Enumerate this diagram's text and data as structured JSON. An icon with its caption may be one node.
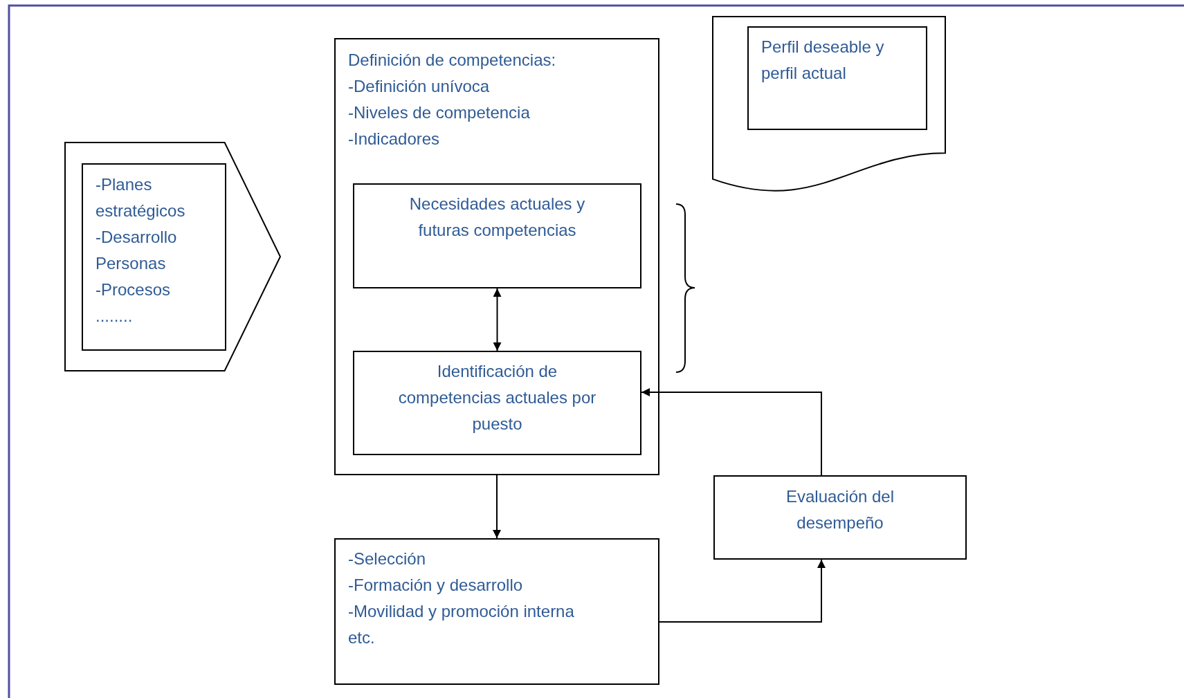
{
  "diagram": {
    "nodes": [
      {
        "text": [],
        "shape": "pentagon"
      },
      {
        "text": [
          "-Planes estratégicos",
          "-Desarrollo Personas",
          "-Procesos",
          "........"
        ],
        "in": 0
      },
      {
        "text": [
          "Definición de competencias:",
          "-Definición unívoca",
          "-Niveles de competencia",
          "-Indicadores"
        ]
      },
      {
        "text": [
          "Necesidades actuales y futuras competencias"
        ],
        "in": 2
      },
      {
        "text": [
          "Identificación de competencias actuales por puesto"
        ],
        "in": 2
      },
      {
        "text": [],
        "shape": "document"
      },
      {
        "text": [
          "Perfil deseable y perfil actual"
        ],
        "in": 5
      },
      {
        "text": [
          "-Selección",
          "-Formación y desarrollo",
          "-Movilidad y promoción interna",
          "etc."
        ]
      },
      {
        "text": [
          "Evaluación del desempeño"
        ]
      }
    ],
    "edges": [
      {
        "from": 3,
        "to": 4,
        "arrow": "both"
      },
      {
        "from": 2,
        "to": 7,
        "arrow": "to"
      },
      {
        "from": 7,
        "to": 8,
        "arrow": "to"
      },
      {
        "from": 8,
        "to": 4,
        "arrow": "to"
      }
    ]
  }
}
